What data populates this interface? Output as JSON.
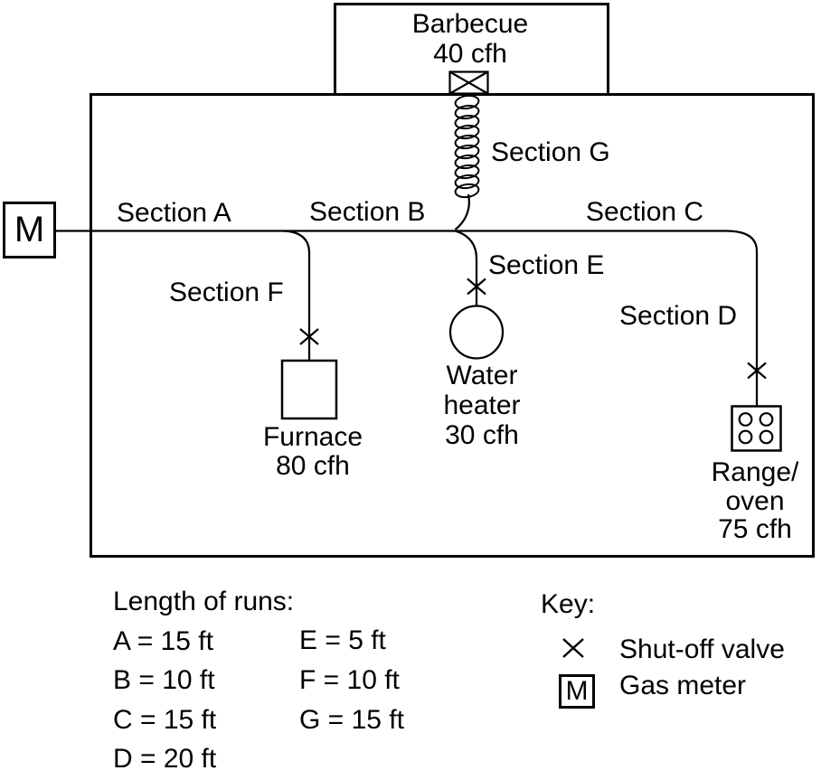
{
  "diagram": {
    "meter_label": "M",
    "barbecue": [
      "Barbecue",
      "40 cfh"
    ],
    "furnace": [
      "Furnace",
      "80 cfh"
    ],
    "water_heater": [
      "Water",
      "heater",
      "30 cfh"
    ],
    "range_oven": [
      "Range/",
      "oven",
      "75 cfh"
    ],
    "section_labels": {
      "a": "Section A",
      "b": "Section B",
      "c": "Section C",
      "d": "Section D",
      "e": "Section E",
      "f": "Section F",
      "g": "Section G"
    }
  },
  "lengths": {
    "title": "Length of runs:",
    "col1": [
      "A = 15 ft",
      "B = 10 ft",
      "C = 15 ft",
      "D = 20 ft"
    ],
    "col2": [
      "E = 5 ft",
      "F = 10 ft",
      "G = 15 ft"
    ]
  },
  "key": {
    "title": "Key:",
    "items": [
      {
        "symbol": "shutoff-valve",
        "label": "Shut-off valve"
      },
      {
        "symbol": "gas-meter",
        "symbol_text": "M",
        "label": "Gas meter"
      }
    ]
  },
  "colors": {
    "ink": "#000000",
    "background": "#ffffff"
  }
}
